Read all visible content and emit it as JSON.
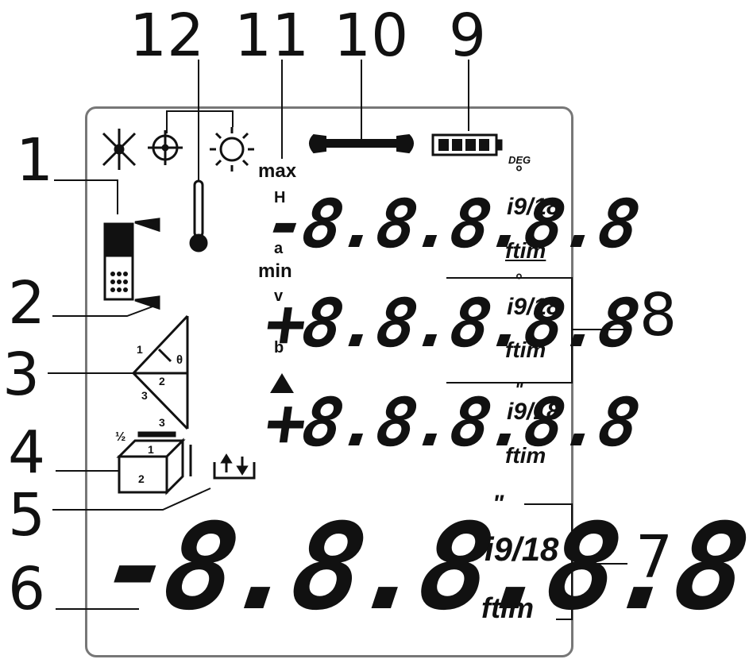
{
  "callouts": {
    "n1": "1",
    "n2": "2",
    "n3": "3",
    "n4": "4",
    "n5": "5",
    "n6": "6",
    "n7": "7",
    "n8": "8",
    "n9": "9",
    "n10": "10",
    "n11": "11",
    "n12": "12"
  },
  "indicators": {
    "max": "max",
    "min": "min",
    "H": "H",
    "a": "a",
    "v": "v",
    "b": "b",
    "deg": "DEG"
  },
  "rows": {
    "row1": {
      "digits": "-8.8.8.8.8",
      "unit_frac": "i9/18",
      "unit_ftim": "ftim",
      "mark": "°"
    },
    "row2": {
      "digits": "+8.8.8.8.8",
      "unit_frac": "i9/18",
      "unit_ftim": "ftim",
      "mark": "°"
    },
    "row3": {
      "digits": "+8.8.8.8.8",
      "unit_frac": "i9/18",
      "unit_ftim": "ftim",
      "mark": "\""
    },
    "main": {
      "digits": "-8.8.8.8.8",
      "unit_frac": "i9/18",
      "unit_ftim": "ftim",
      "mark": "\""
    }
  },
  "icon_labels": {
    "tri1": "1",
    "tri2": "2",
    "tri3": "3",
    "theta": "θ",
    "box1": "1",
    "box2": "2",
    "box3": "3",
    "half": "½"
  },
  "colors": {
    "ink": "#111111",
    "frame": "#777777"
  },
  "icons": [
    "laser-icon",
    "target-icon",
    "sun-icon",
    "thermometer-icon",
    "wrench-icon",
    "battery-icon",
    "device-reference-icon",
    "pythagoras-icon",
    "volume-icon",
    "stakeout-icon"
  ]
}
